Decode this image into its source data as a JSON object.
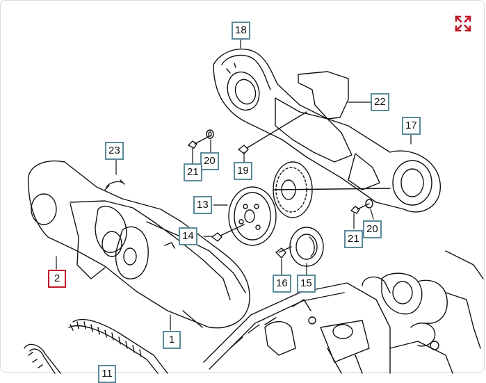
{
  "colors": {
    "callout_border": "#5b8a9a",
    "selected_border": "#c0182b",
    "expand_icon": "#c0182b",
    "line": "#111111"
  },
  "toolbar": {
    "expand_icon": "expand-arrows-icon"
  },
  "callouts": [
    {
      "id": "c18",
      "label": "18",
      "selected": false
    },
    {
      "id": "c22",
      "label": "22",
      "selected": false
    },
    {
      "id": "c17",
      "label": "17",
      "selected": false
    },
    {
      "id": "c23",
      "label": "23",
      "selected": false
    },
    {
      "id": "c20a",
      "label": "20",
      "selected": false
    },
    {
      "id": "c21a",
      "label": "21",
      "selected": false
    },
    {
      "id": "c19",
      "label": "19",
      "selected": false
    },
    {
      "id": "c13",
      "label": "13",
      "selected": false
    },
    {
      "id": "c14",
      "label": "14",
      "selected": false
    },
    {
      "id": "c20b",
      "label": "20",
      "selected": false
    },
    {
      "id": "c21b",
      "label": "21",
      "selected": false
    },
    {
      "id": "c2",
      "label": "2",
      "selected": true
    },
    {
      "id": "c16",
      "label": "16",
      "selected": false
    },
    {
      "id": "c15",
      "label": "15",
      "selected": false
    },
    {
      "id": "c1",
      "label": "1",
      "selected": false
    },
    {
      "id": "c11",
      "label": "11",
      "selected": false
    }
  ]
}
